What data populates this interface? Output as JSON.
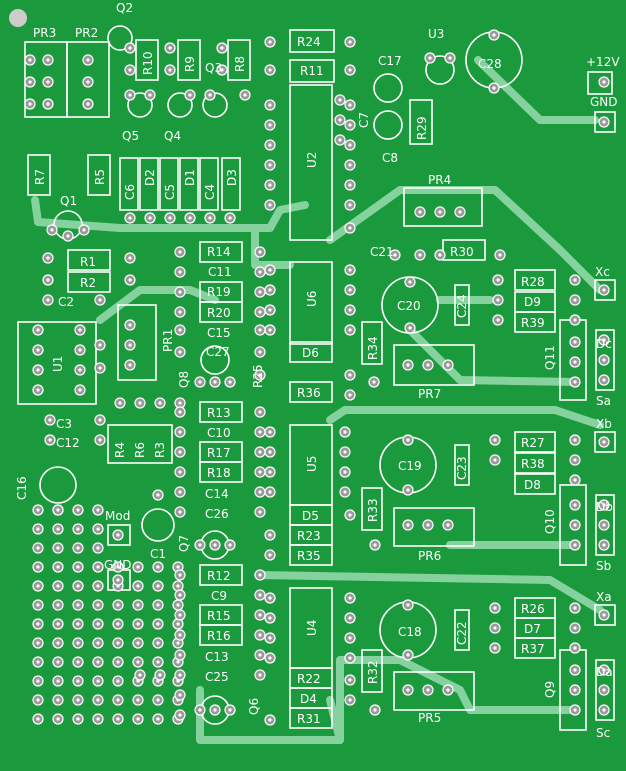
{
  "colors": {
    "board": "#1a9a3c",
    "copper": "#86d29f",
    "silk": "#ffffff",
    "pad": "#9a9a9a"
  },
  "labels": {
    "pr3": "PR3",
    "pr2": "PR2",
    "q2": "Q2",
    "r10": "R10",
    "r9": "R9",
    "q3": "Q3",
    "r8": "R8",
    "r24": "R24",
    "r11": "R11",
    "u3": "U3",
    "c17": "C17",
    "c28": "C28",
    "plus12v": "+12V",
    "gnd_top": "GND",
    "c7": "C7",
    "r29": "R29",
    "c8": "C8",
    "q5": "Q5",
    "q4": "Q4",
    "r7": "R7",
    "r5": "R5",
    "c6": "C6",
    "d2": "D2",
    "c5": "C5",
    "d1": "D1",
    "c4": "C4",
    "d3": "D3",
    "u2": "U2",
    "q1": "Q1",
    "pr4": "PR4",
    "r14": "R14",
    "c21": "C21",
    "r30": "R30",
    "r1": "R1",
    "r2": "R2",
    "c11": "C11",
    "r19": "R19",
    "r20": "R20",
    "c2": "C2",
    "u6": "U6",
    "c20": "C20",
    "c24": "C24",
    "r28": "R28",
    "d9": "D9",
    "r39": "R39",
    "xc": "Xc",
    "dc": "Dc",
    "sc_mid": "Sa",
    "q11": "Q11",
    "pr1": "PR1",
    "u1": "U1",
    "c15": "C15",
    "c27": "C27",
    "r34": "R34",
    "d6": "D6",
    "pr7": "PR7",
    "r36": "R36",
    "q8": "Q8",
    "r25": "R25",
    "r13": "R13",
    "c10": "C10",
    "r17": "R17",
    "r18": "R18",
    "c14": "C14",
    "c26": "C26",
    "c3": "C3",
    "c12": "C12",
    "r4": "R4",
    "r6": "R6",
    "r3": "R3",
    "u5": "U5",
    "c19": "C19",
    "c23": "C23",
    "r27": "R27",
    "r38": "R38",
    "d8": "D8",
    "xb": "Xb",
    "db": "Db",
    "sb": "Sb",
    "q10": "Q10",
    "c16": "C16",
    "mod": "Mod",
    "c1": "C1",
    "q7": "Q7",
    "d5": "D5",
    "r33": "R33",
    "r23": "R23",
    "r35": "R35",
    "pr6": "PR6",
    "gnd_mid": "GND",
    "r12": "R12",
    "c9": "C9",
    "r15": "R15",
    "r16": "R16",
    "c13": "C13",
    "c25": "C25",
    "q6": "Q6",
    "u4": "U4",
    "c18": "C18",
    "c22": "C22",
    "r26": "R26",
    "d7": "D7",
    "r37": "R37",
    "xa": "Xa",
    "da": "Da",
    "sa": "Sc",
    "q9": "Q9",
    "r32": "R32",
    "r22": "R22",
    "d4": "D4",
    "r31": "R31",
    "pr5": "PR5"
  }
}
